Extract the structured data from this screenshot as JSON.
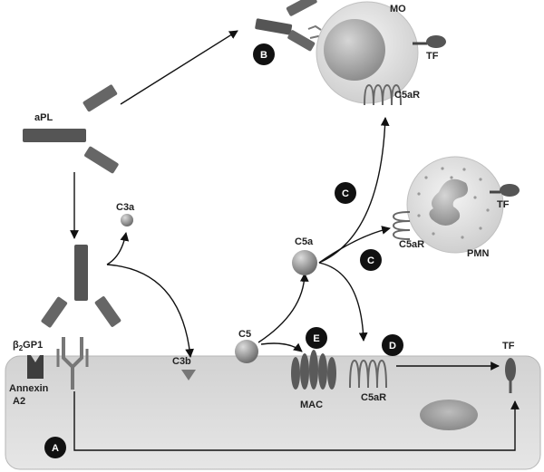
{
  "labels": {
    "mo": "MO",
    "tf_mo": "TF",
    "c5ar_mo": "C5aR",
    "apl": "aPL",
    "c3a": "C3a",
    "tf_pmn": "TF",
    "c5ar_pmn": "C5aR",
    "pmn": "PMN",
    "c5a": "C5a",
    "beta2gp1_beta": "β",
    "beta2gp1_sub": "2",
    "beta2gp1_gp": "GP1",
    "annexin_line1": "Annexin",
    "annexin_line2": "A2",
    "c3b": "C3b",
    "c5": "C5",
    "mac": "MAC",
    "c5ar_endo": "C5aR",
    "tf_endo": "TF"
  },
  "badges": {
    "a": "A",
    "b": "B",
    "c_upper": "C",
    "c_lower": "C",
    "d": "D",
    "e": "E"
  },
  "colors": {
    "antibody_dark": "#4a4a4a",
    "antibody_light": "#8a8a8a",
    "cell_fill": "#e4e4e4",
    "endothelium": "#dedede",
    "badge": "#111111",
    "arrow": "#111111"
  }
}
